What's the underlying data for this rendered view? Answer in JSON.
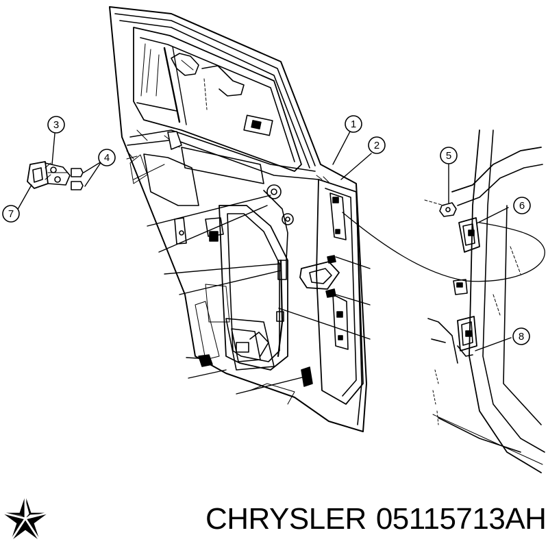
{
  "callouts": [
    {
      "id": "c1",
      "label": "1"
    },
    {
      "id": "c2",
      "label": "2"
    },
    {
      "id": "c3",
      "label": "3"
    },
    {
      "id": "c4",
      "label": "4"
    },
    {
      "id": "c5",
      "label": "5"
    },
    {
      "id": "c6",
      "label": "6"
    },
    {
      "id": "c7",
      "label": "7"
    },
    {
      "id": "c8",
      "label": "8"
    }
  ],
  "caption": {
    "brand": "CHRYSLER",
    "part_number": "05115713AH"
  },
  "logo": {
    "icon": "pentastar-icon",
    "color": "#000000"
  },
  "colors": {
    "line": "#000000",
    "background": "#ffffff"
  }
}
